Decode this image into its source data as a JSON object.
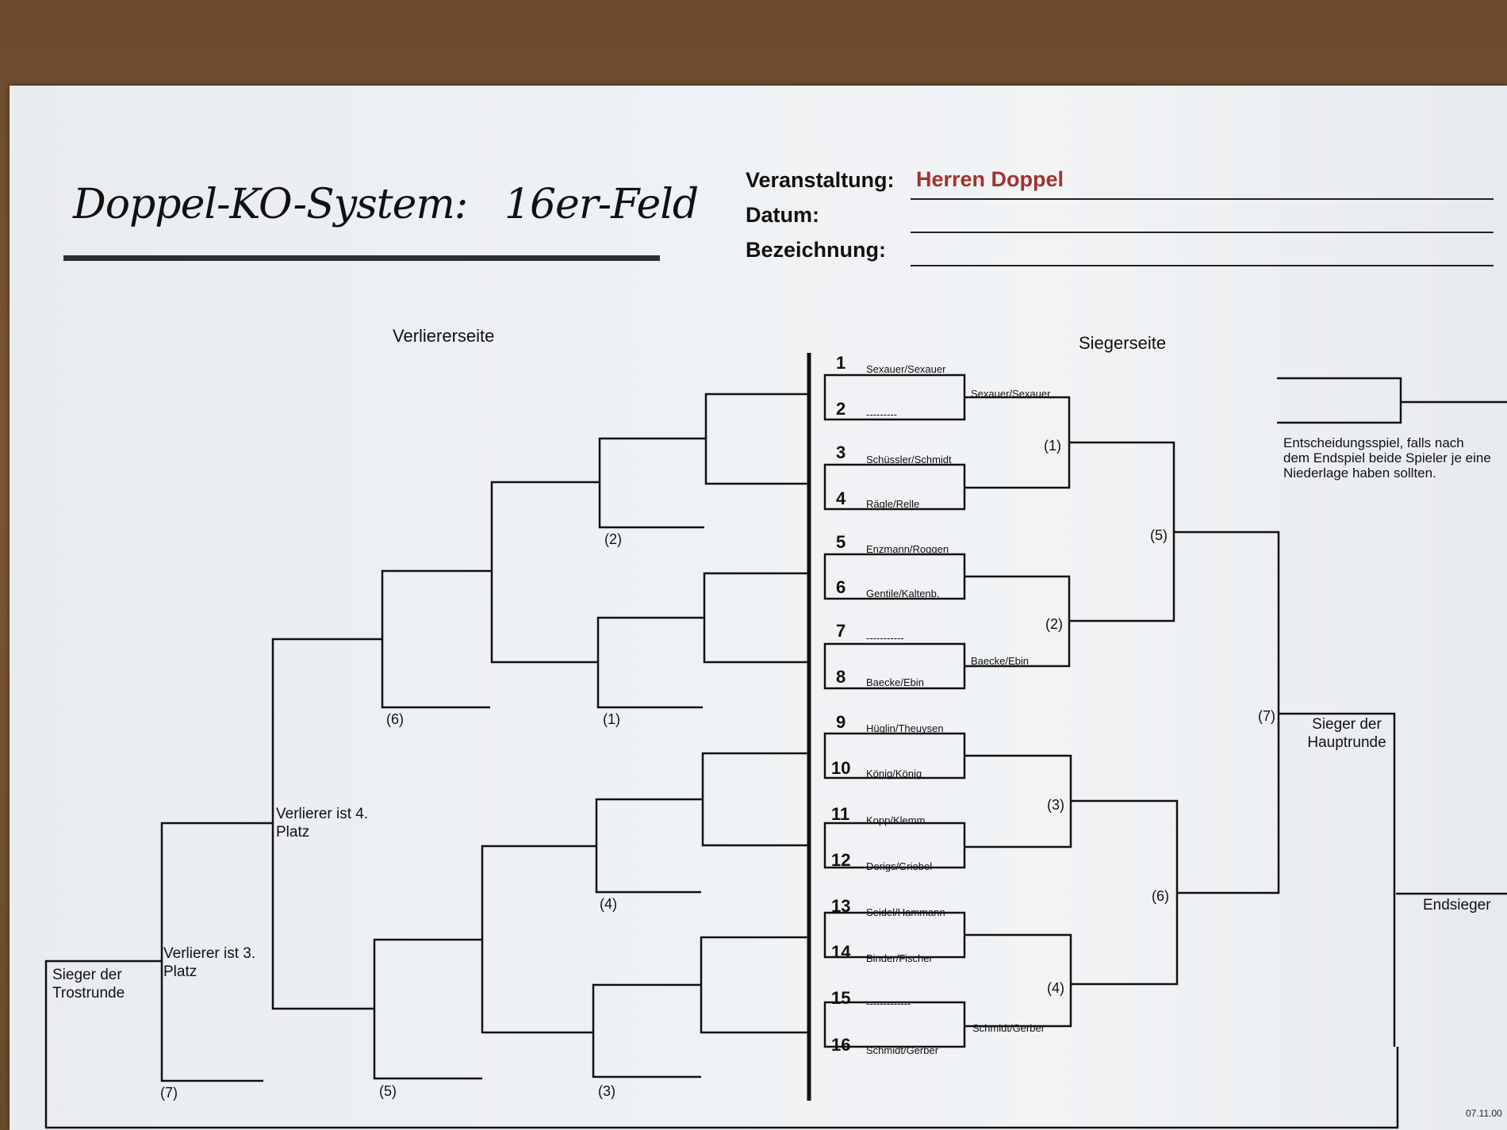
{
  "header": {
    "title": "Doppel-KO-System:   16er-Feld",
    "fields": [
      {
        "label": "Veranstaltung:",
        "value": "Herren Doppel"
      },
      {
        "label": "Datum:",
        "value": ""
      },
      {
        "label": "Bezeichnung:",
        "value": ""
      }
    ]
  },
  "sides": {
    "losers": "Verliererseite",
    "winners": "Siegerseite"
  },
  "seeds": [
    {
      "num": "1",
      "team": "Sexauer/Sexauer"
    },
    {
      "num": "2",
      "team": "---------"
    },
    {
      "num": "3",
      "team": "Schüssler/Schmidt"
    },
    {
      "num": "4",
      "team": "Rägle/Relle"
    },
    {
      "num": "5",
      "team": "Enzmann/Roggen"
    },
    {
      "num": "6",
      "team": "Gentile/Kaltenb."
    },
    {
      "num": "7",
      "team": "-----------"
    },
    {
      "num": "8",
      "team": "Baecke/Ebin"
    },
    {
      "num": "9",
      "team": "Hüglin/Theuysen"
    },
    {
      "num": "10",
      "team": "König/König"
    },
    {
      "num": "11",
      "team": "Kopp/Klemm"
    },
    {
      "num": "12",
      "team": "Derigs/Griebel"
    },
    {
      "num": "13",
      "team": "Seidel/Hammann"
    },
    {
      "num": "14",
      "team": "Binder/Fischer"
    },
    {
      "num": "15",
      "team": "-------------"
    },
    {
      "num": "16",
      "team": "Schmidt/Gerber"
    }
  ],
  "second_round": [
    {
      "team": "Sexauer/Sexauer"
    },
    {
      "team": "Baecke/Ebin"
    },
    {
      "team": "Schmidt/Gerber"
    }
  ],
  "winner_matches": [
    "(1)",
    "(2)",
    "(3)",
    "(4)",
    "(5)",
    "(6)",
    "(7)"
  ],
  "loser_matches": [
    "(2)",
    "(1)",
    "(6)",
    "(4)",
    "(5)",
    "(3)",
    "(7)"
  ],
  "notes": {
    "main_winner": "Sieger der Hauptrunde",
    "final_winner": "Endsieger",
    "consolation_winner": "Sieger der Trostrunde",
    "third_place": "Verlierer ist 3. Platz",
    "fourth_place": "Verlierer ist 4. Platz",
    "decider": "Entscheidungsspiel, falls nach dem Endspiel beide Spieler je eine Niederlage haben sollten."
  },
  "stamp": "07.11.00"
}
